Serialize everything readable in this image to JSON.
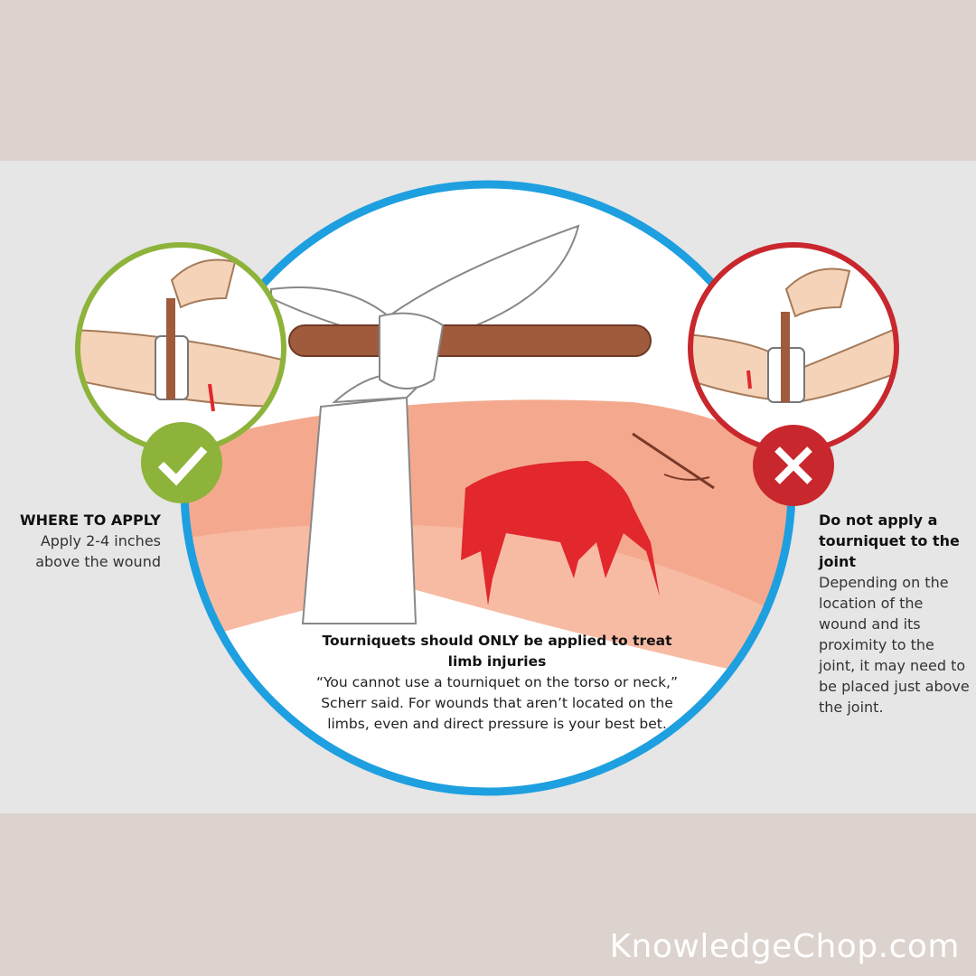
{
  "left_panel": {
    "heading": "WHERE TO APPLY",
    "body": "Apply 2-4 inches above the wound",
    "icon": "check-icon",
    "color": "#8db33a"
  },
  "right_panel": {
    "heading": "Do not apply a tourniquet to the joint",
    "body": "Depending on the location of the wound and its proximity to the joint, it may need to be placed just above the joint.",
    "icon": "x-icon",
    "color": "#c8272d"
  },
  "center_panel": {
    "heading": "Tourniquets should ONLY be applied to treat limb injuries",
    "body": "“You cannot use a tourniquet on the torso or neck,” Scherr said. For wounds that aren’t located on the limbs, even and direct pressure is your best bet.",
    "color": "#1e9fe0"
  },
  "watermark": "KnowledgeChop.com"
}
